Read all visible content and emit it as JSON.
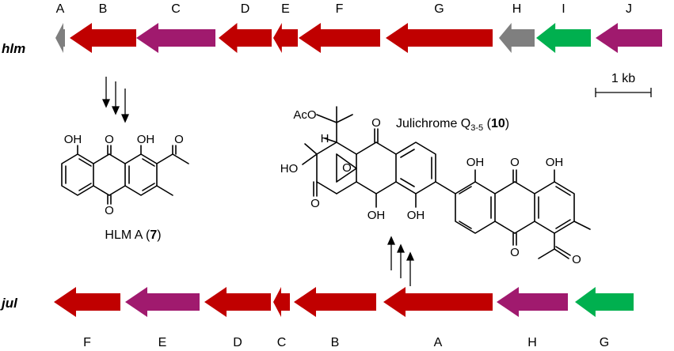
{
  "colors": {
    "red": "#c00000",
    "purple": "#a01a6e",
    "gray": "#7f7f7f",
    "green": "#00b04f"
  },
  "hlm": {
    "name": "hlm",
    "genes": [
      {
        "label": "A",
        "color": "gray"
      },
      {
        "label": "B",
        "color": "red"
      },
      {
        "label": "C",
        "color": "purple"
      },
      {
        "label": "D",
        "color": "red"
      },
      {
        "label": "E",
        "color": "red"
      },
      {
        "label": "F",
        "color": "red"
      },
      {
        "label": "G",
        "color": "red"
      },
      {
        "label": "H",
        "color": "gray"
      },
      {
        "label": "I",
        "color": "green"
      },
      {
        "label": "J",
        "color": "purple"
      }
    ]
  },
  "jul": {
    "name": "jul",
    "genes": [
      {
        "label": "F",
        "color": "red"
      },
      {
        "label": "E",
        "color": "purple"
      },
      {
        "label": "D",
        "color": "red"
      },
      {
        "label": "C",
        "color": "red"
      },
      {
        "label": "B",
        "color": "red"
      },
      {
        "label": "A",
        "color": "red"
      },
      {
        "label": "H",
        "color": "purple"
      },
      {
        "label": "G",
        "color": "green"
      }
    ]
  },
  "scale_bar": {
    "label": "1 kb"
  },
  "hlm_product": {
    "name": "HLM A (",
    "number": "7",
    "close": ")"
  },
  "jul_product": {
    "name": "Julichrome Q",
    "subscript": "3-5",
    "number": "10"
  },
  "atoms": {
    "oh": "OH",
    "o": "O",
    "h": "H",
    "ho": "HO",
    "aco": "AcO"
  }
}
